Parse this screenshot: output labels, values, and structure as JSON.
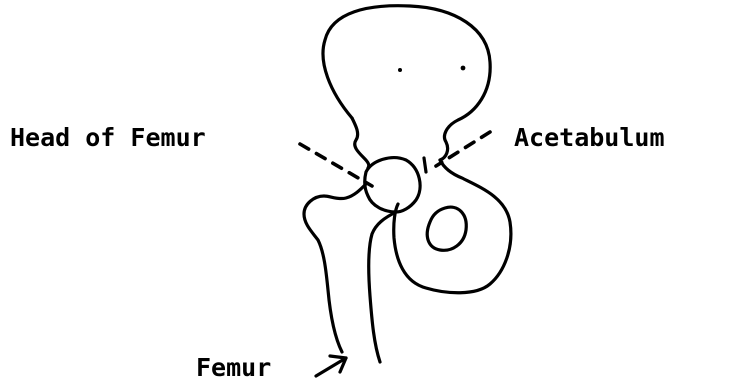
{
  "labels": {
    "head_of_femur": "Head of Femur",
    "acetabulum": "Acetabulum",
    "femur": "Femur"
  }
}
